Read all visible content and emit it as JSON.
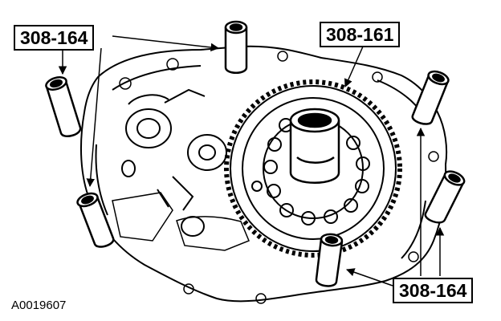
{
  "figure": {
    "tool_labels": {
      "top_left": "308-164",
      "top_right": "308-161",
      "bottom_right": "308-164"
    },
    "figure_id": "A0019607"
  },
  "colors": {
    "ink": "#000000",
    "paper": "#ffffff"
  }
}
